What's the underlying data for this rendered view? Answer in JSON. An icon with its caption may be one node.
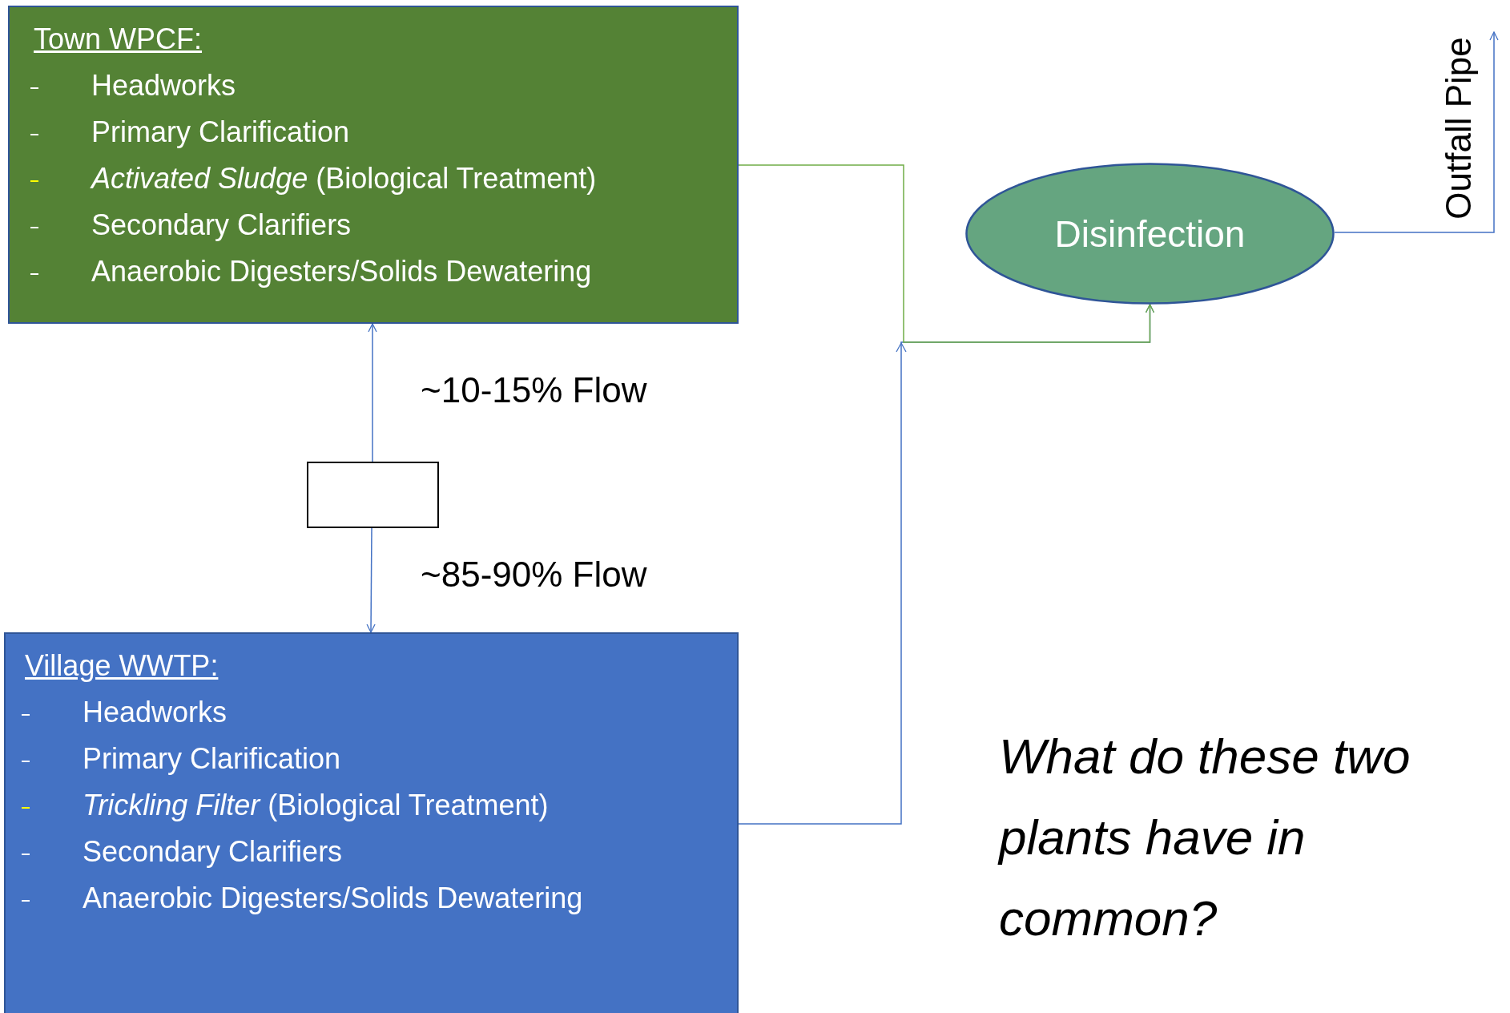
{
  "diagram": {
    "nodes": [
      {
        "text": [
          "Town WPCF:",
          "Headworks",
          "Primary Clarification",
          "*Activated Sludge* (Biological Treatment)",
          "Secondary Clarifiers",
          "Anaerobic Digesters/Solids Dewatering"
        ]
      },
      {
        "text": [],
        "shape": "box"
      },
      {
        "text": [
          "Village WWTP:",
          "Headworks",
          "Primary Clarification",
          "*Trickling Filter* (Biological Treatment)",
          "Secondary Clarifiers",
          "Anaerobic Digesters/Solids Dewatering"
        ]
      },
      {
        "text": [
          "Disinfection"
        ]
      },
      {
        "text": [
          "Outfall Pipe"
        ]
      }
    ],
    "edges": [
      {
        "from": 1,
        "to": 0,
        "arrow": "to"
      },
      {
        "from": 1,
        "to": 2,
        "arrow": "to"
      },
      {
        "from": 2,
        "to": 3,
        "arrow": "to"
      },
      {
        "from": 0,
        "to": 3,
        "arrow": "to",
        "color": "#70ad47"
      },
      {
        "from": 3,
        "to": 4,
        "arrow": "to"
      }
    ],
    "labels": [
      "~10-15% Flow",
      "~85-90% Flow",
      "What do these two plants have in common?"
    ]
  }
}
